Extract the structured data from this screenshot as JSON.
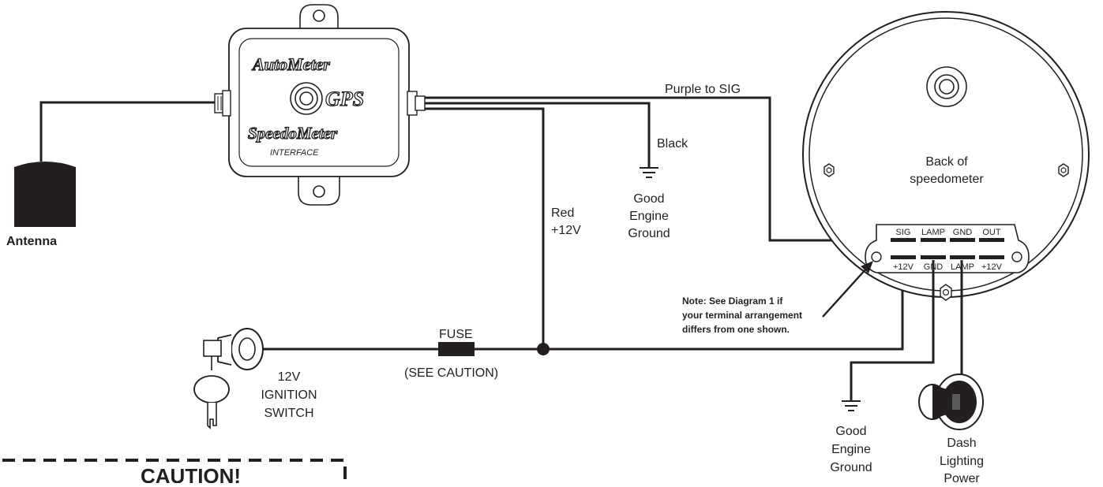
{
  "module": {
    "brand_line1": "AutoMeter",
    "brand_gps": "GPS",
    "brand_line2": "SpeedoMeter",
    "brand_line3": "INTERFACE"
  },
  "labels": {
    "antenna": "Antenna",
    "purple": "Purple to SIG",
    "black": "Black",
    "ground_top": [
      "Good",
      "Engine",
      "Ground"
    ],
    "red": [
      "Red",
      "+12V"
    ],
    "fuse": "FUSE",
    "see_caution": "(SEE CAUTION)",
    "ignition": [
      "12V",
      "IGNITION",
      "SWITCH"
    ],
    "ground_bottom": [
      "Good",
      "Engine",
      "Ground"
    ],
    "dash": [
      "Dash",
      "Lighting",
      "Power"
    ],
    "caution": "CAUTION!"
  },
  "speedometer": {
    "title": [
      "Back of",
      "speedometer"
    ],
    "top_terminals": [
      "SIG",
      "LAMP",
      "GND",
      "OUT"
    ],
    "bottom_terminals": [
      "+12V",
      "GND",
      "LAMP",
      "+12V"
    ]
  },
  "note": [
    "Note:  See Diagram 1 if",
    "your terminal arrangement",
    "differs from one shown."
  ]
}
